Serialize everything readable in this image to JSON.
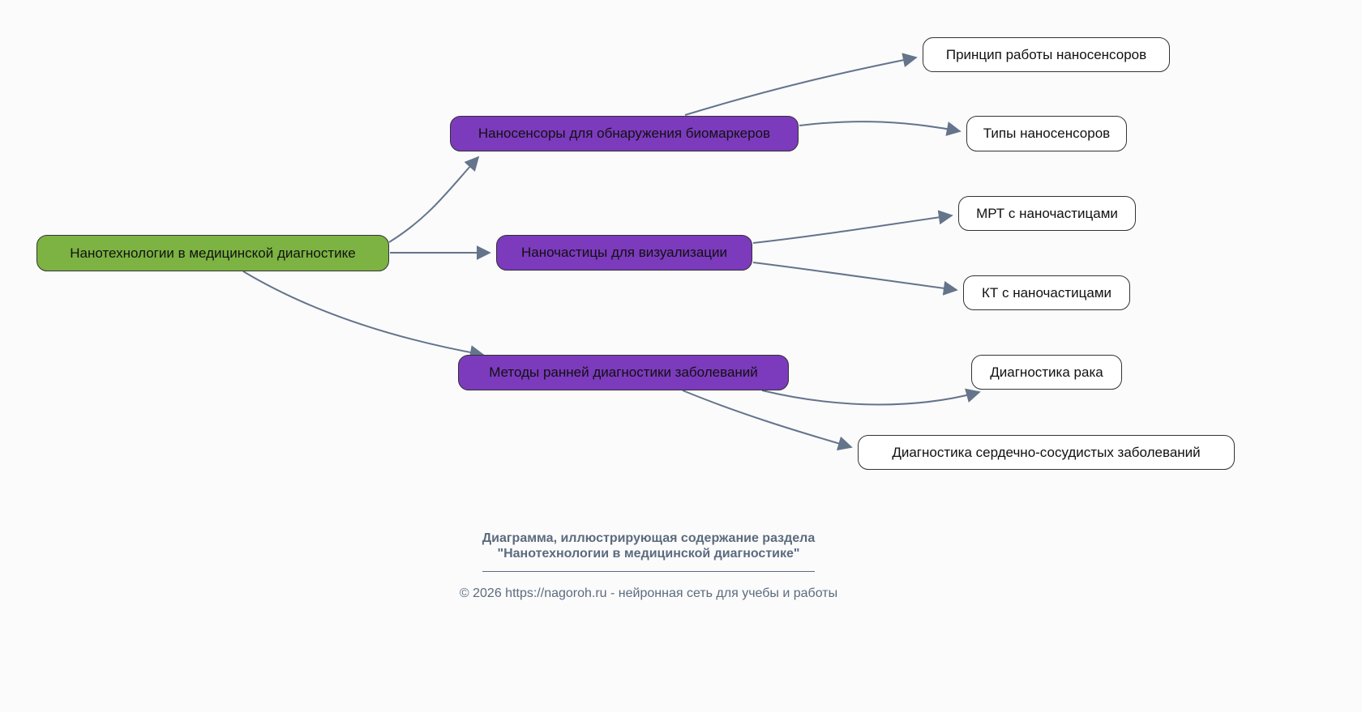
{
  "diagram": {
    "root": {
      "label": "Нанотехнологии в медицинской диагностике"
    },
    "branches": [
      {
        "label": "Наносенсоры для обнаружения биомаркеров",
        "children": [
          {
            "label": "Принцип работы наносенсоров"
          },
          {
            "label": "Типы наносенсоров"
          }
        ]
      },
      {
        "label": "Наночастицы для визуализации",
        "children": [
          {
            "label": "МРТ с наночастицами"
          },
          {
            "label": "КТ с наночастицами"
          }
        ]
      },
      {
        "label": "Методы ранней диагностики заболеваний",
        "children": [
          {
            "label": "Диагностика рака"
          },
          {
            "label": "Диагностика сердечно-сосудистых заболеваний"
          }
        ]
      }
    ],
    "colors": {
      "bg": "#fbfbfc",
      "root_fill": "#7cb342",
      "branch_fill": "#7c3abd",
      "leaf_fill": "#ffffff",
      "node_border": "#333333",
      "edge": "#64748b",
      "text": "#111111",
      "caption": "#5c6b7d"
    }
  },
  "caption": {
    "line1": "Диаграмма, иллюстрирующая содержание раздела",
    "line2": "\"Нанотехнологии в медицинской диагностике\"",
    "copyright": "© 2026 https://nagoroh.ru - нейронная сеть для учебы и работы"
  }
}
